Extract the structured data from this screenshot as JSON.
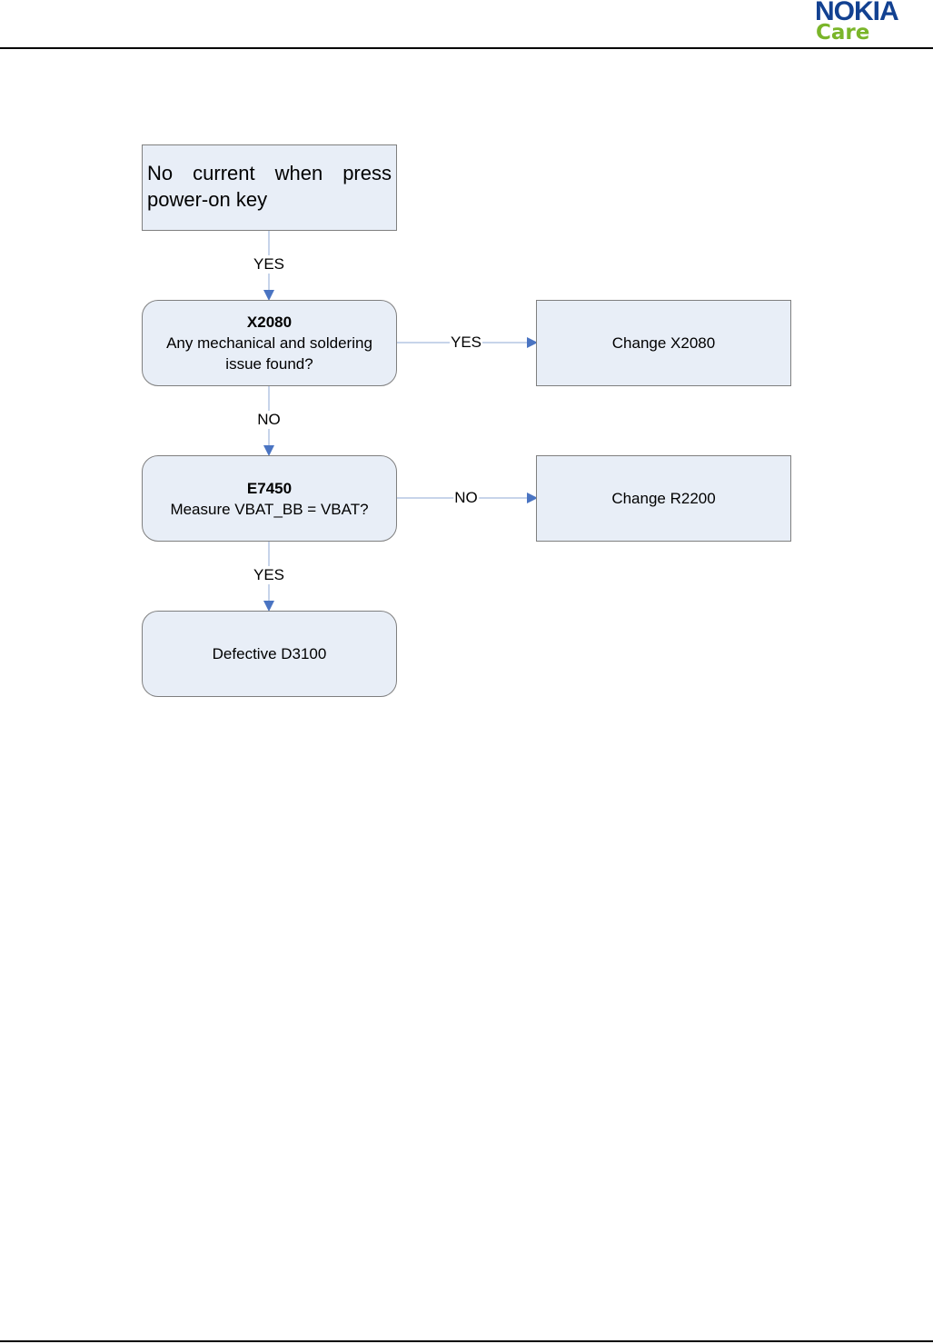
{
  "header": {
    "logo_brand": "NOKIA",
    "logo_sub": "Care"
  },
  "colors": {
    "brand_blue": "#124191",
    "care_green": "#7ab529",
    "box_fill": "#e8eef7",
    "box_border": "#7f7f7f",
    "connector": "#8fa9d6",
    "arrowhead": "#4a74c2"
  },
  "flowchart": {
    "nodes": {
      "start": {
        "text": "No current when press power-on key"
      },
      "x2080": {
        "title": "X2080",
        "text": "Any mechanical and soldering issue found?"
      },
      "change_x2080": {
        "text": "Change X2080"
      },
      "e7450": {
        "title": "E7450",
        "text": "Measure VBAT_BB = VBAT?"
      },
      "change_r2200": {
        "text": "Change R2200"
      },
      "defective": {
        "text": "Defective D3100"
      }
    },
    "edges": {
      "start_to_x2080": "YES",
      "x2080_to_change": "YES",
      "x2080_to_e7450": "NO",
      "e7450_to_change": "NO",
      "e7450_to_defective": "YES"
    }
  }
}
